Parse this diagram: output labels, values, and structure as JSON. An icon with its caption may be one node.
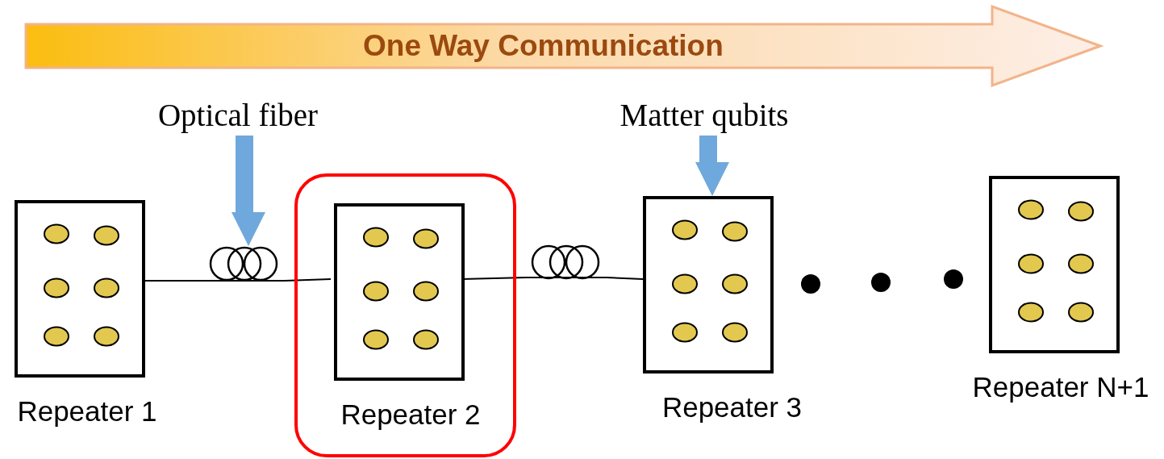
{
  "diagram": {
    "nodes": [
      {
        "text": [
          "One Way Communication"
        ]
      },
      {
        "text": [
          "Optical fiber"
        ]
      },
      {
        "text": [
          "Matter qubits"
        ]
      },
      {
        "text": [
          "Repeater 1"
        ]
      },
      {
        "text": [],
        "shape": "coil"
      },
      {
        "text": [],
        "shape": "box"
      },
      {
        "text": [
          "Repeater 2"
        ],
        "in": 5
      },
      {
        "text": [],
        "shape": "coil"
      },
      {
        "text": [
          "Repeater 3"
        ]
      },
      {
        "text": [
          "Repeater N+1"
        ]
      }
    ],
    "edges": [
      {
        "from": 1,
        "to": 4,
        "arrow": "to",
        "style": "thick",
        "color": "#6fa8dc"
      },
      {
        "from": 2,
        "to": 8,
        "arrow": "to",
        "style": "thick",
        "color": "#6fa8dc"
      },
      {
        "from": 3,
        "to": 4,
        "arrow": "none"
      },
      {
        "from": 4,
        "to": 6,
        "arrow": "none"
      },
      {
        "from": 6,
        "to": 7,
        "arrow": "none"
      },
      {
        "from": 7,
        "to": 8,
        "arrow": "none"
      }
    ]
  }
}
